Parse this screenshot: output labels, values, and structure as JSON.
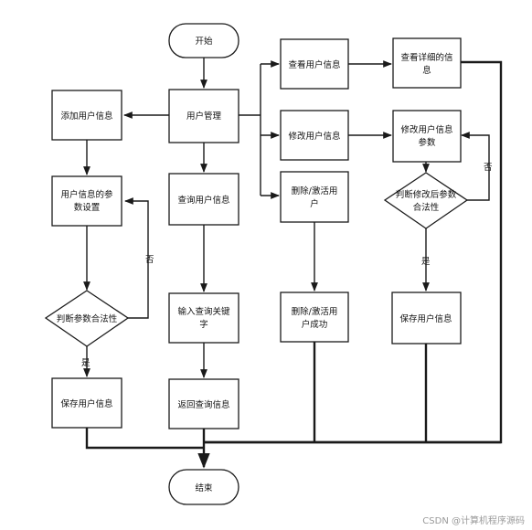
{
  "diagram": {
    "nodes": {
      "start": "开始",
      "user_mgmt": "用户管理",
      "add_user": "添加用户信息",
      "param_setup": [
        "用户信息的参",
        "数设置"
      ],
      "judge_left": "判断参数合法性",
      "save_left": "保存用户信息",
      "query_user": "查询用户信息",
      "input_keyword": [
        "输入查询关键",
        "字"
      ],
      "return_query": "返回查询信息",
      "view_user": "查看用户信息",
      "view_detail": [
        "查看详细的信",
        "息"
      ],
      "modify_user": "修改用户信息",
      "modify_params": [
        "修改用户信息",
        "参数"
      ],
      "judge_right": [
        "判断修改后参数",
        "合法性"
      ],
      "save_right": "保存用户信息",
      "delete_user": [
        "删除/激活用",
        "户"
      ],
      "delete_success": [
        "删除/激活用",
        "户成功"
      ],
      "end": "结束"
    },
    "edge_labels": {
      "left_no": "否",
      "left_yes": "是",
      "right_no": "否",
      "right_yes": "是"
    }
  },
  "watermark": "CSDN @计算机程序源码"
}
